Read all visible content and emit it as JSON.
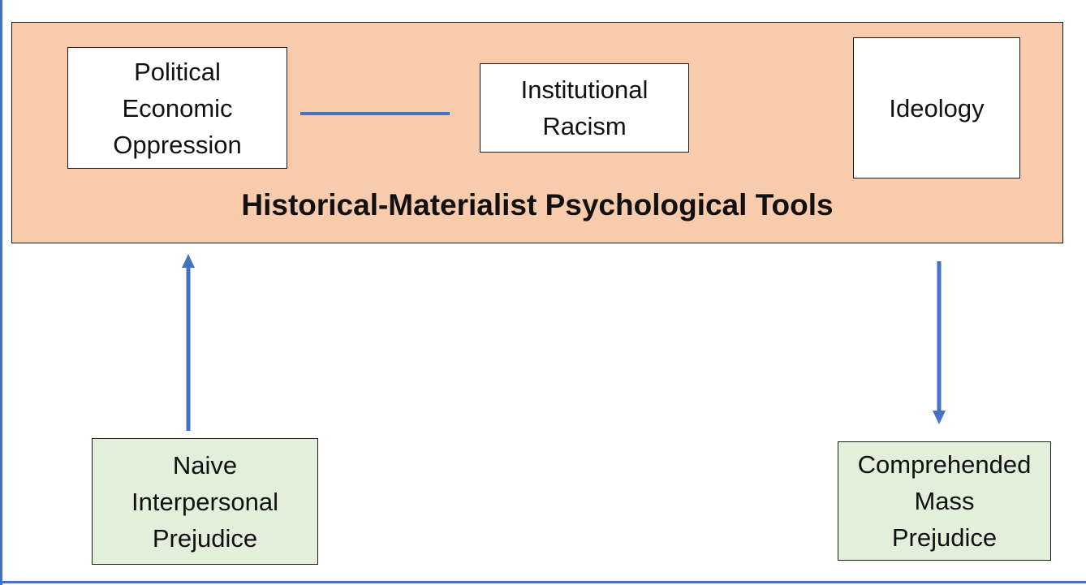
{
  "diagram": {
    "title": "Historical-Materialist Psychological Tools",
    "tools": [
      {
        "label": "Political\nEconomic\nOppression"
      },
      {
        "label": "Institutional\nRacism"
      },
      {
        "label": "Ideology"
      }
    ],
    "input_node": {
      "label": "Naive\nInterpersonal\nPrejudice"
    },
    "output_node": {
      "label": "Comprehended\nMass\nPrejudice"
    }
  },
  "colors": {
    "panel_fill": "#f7cbac",
    "node_fill": "#e2efda",
    "box_fill": "#ffffff",
    "connector": "#4472c4",
    "outline": "#1a1a1a"
  }
}
